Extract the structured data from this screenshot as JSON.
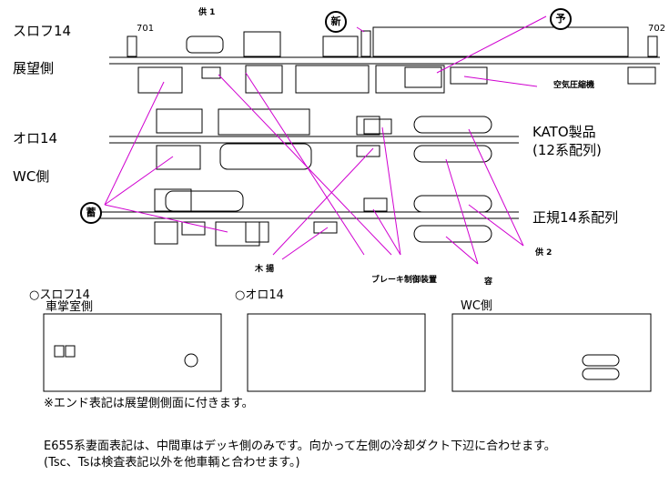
{
  "title_left": {
    "row1": "スロフ14",
    "row2": "展望側",
    "row3": "オロ14",
    "row4": "WC側"
  },
  "labels": {
    "car701": "701",
    "car702": "702",
    "kyo1": "供 1",
    "kyo2": "供 2",
    "kuuki": "空気圧縮機",
    "kato": "KATO製品",
    "kato_sub": "(12系配列)",
    "seiki": "正規14系配列",
    "ki": "木 揚",
    "brake": "ブレーキ制御装置",
    "you": "容",
    "circle_shin": "新",
    "circle_yo": "予",
    "circle_chiku": "蓄"
  },
  "bottom_titles": {
    "a": "○スロフ14",
    "a_sub": "車掌室側",
    "b": "○オロ14",
    "c": "WC側"
  },
  "notes": {
    "n1": "※エンド表記は展望側側面に付きます。",
    "n2": "E655系妻面表記は、中間車はデッキ側のみです。向かって左側の冷却ダクト下辺に合わせます。",
    "n3": "(Tsc、Tsは検査表記以外を他車輌と合わせます。)"
  }
}
